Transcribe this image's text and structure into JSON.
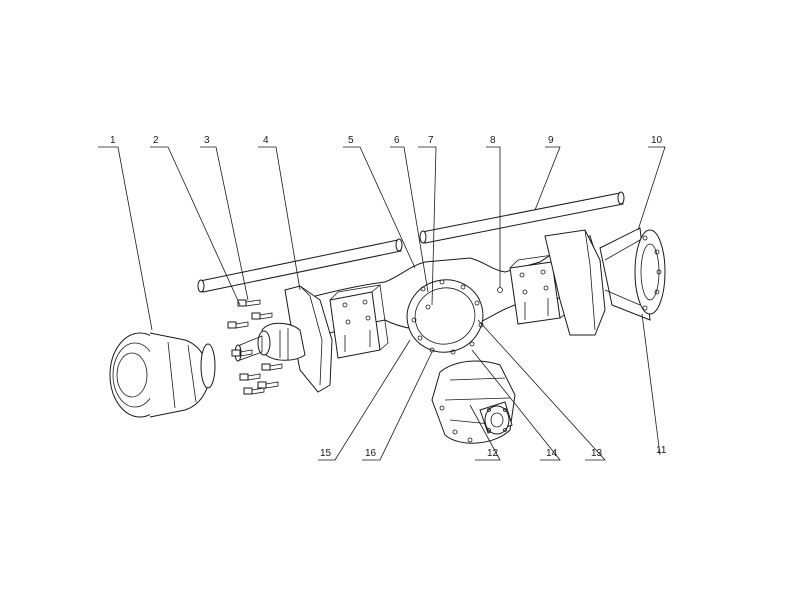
{
  "callouts": [
    {
      "id": "c1",
      "text": "1"
    },
    {
      "id": "c2",
      "text": "2"
    },
    {
      "id": "c3",
      "text": "3"
    },
    {
      "id": "c4",
      "text": "4"
    },
    {
      "id": "c5",
      "text": "5"
    },
    {
      "id": "c6",
      "text": "6"
    },
    {
      "id": "c7",
      "text": "7"
    },
    {
      "id": "c8",
      "text": "8"
    },
    {
      "id": "c9",
      "text": "9"
    },
    {
      "id": "c10",
      "text": "10"
    },
    {
      "id": "c11",
      "text": "11"
    },
    {
      "id": "c12",
      "text": "12"
    },
    {
      "id": "c13",
      "text": "13"
    },
    {
      "id": "c14",
      "text": "14"
    },
    {
      "id": "c15",
      "text": "15"
    },
    {
      "id": "c16",
      "text": "16"
    }
  ],
  "colors": {
    "ink": "#1a1a1a",
    "background": "#ffffff"
  }
}
